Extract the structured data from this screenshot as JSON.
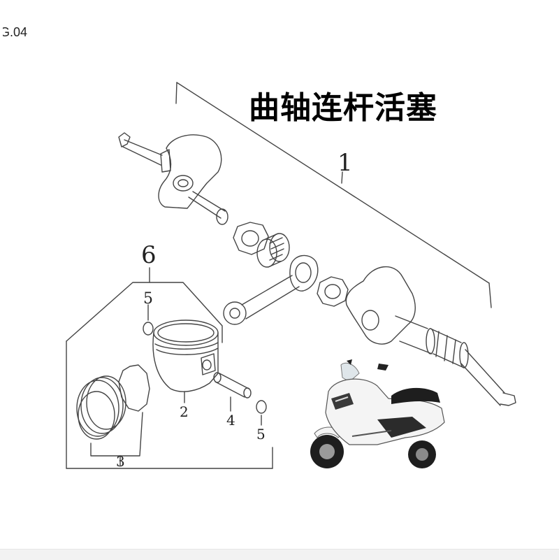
{
  "figure_code": "G.04",
  "title": "曲轴连杆活塞",
  "callouts": {
    "assembly": "1",
    "piston": "2",
    "rings": "3",
    "pin": "4",
    "clip_upper": "5",
    "clip_lower": "5",
    "piston_kit": "6"
  },
  "icons": {
    "scooter": "scooter-photo-icon"
  },
  "colors": {
    "line": "#444444",
    "scooter_body": "#f4f4f4",
    "scooter_dark": "#1e1e1e"
  }
}
